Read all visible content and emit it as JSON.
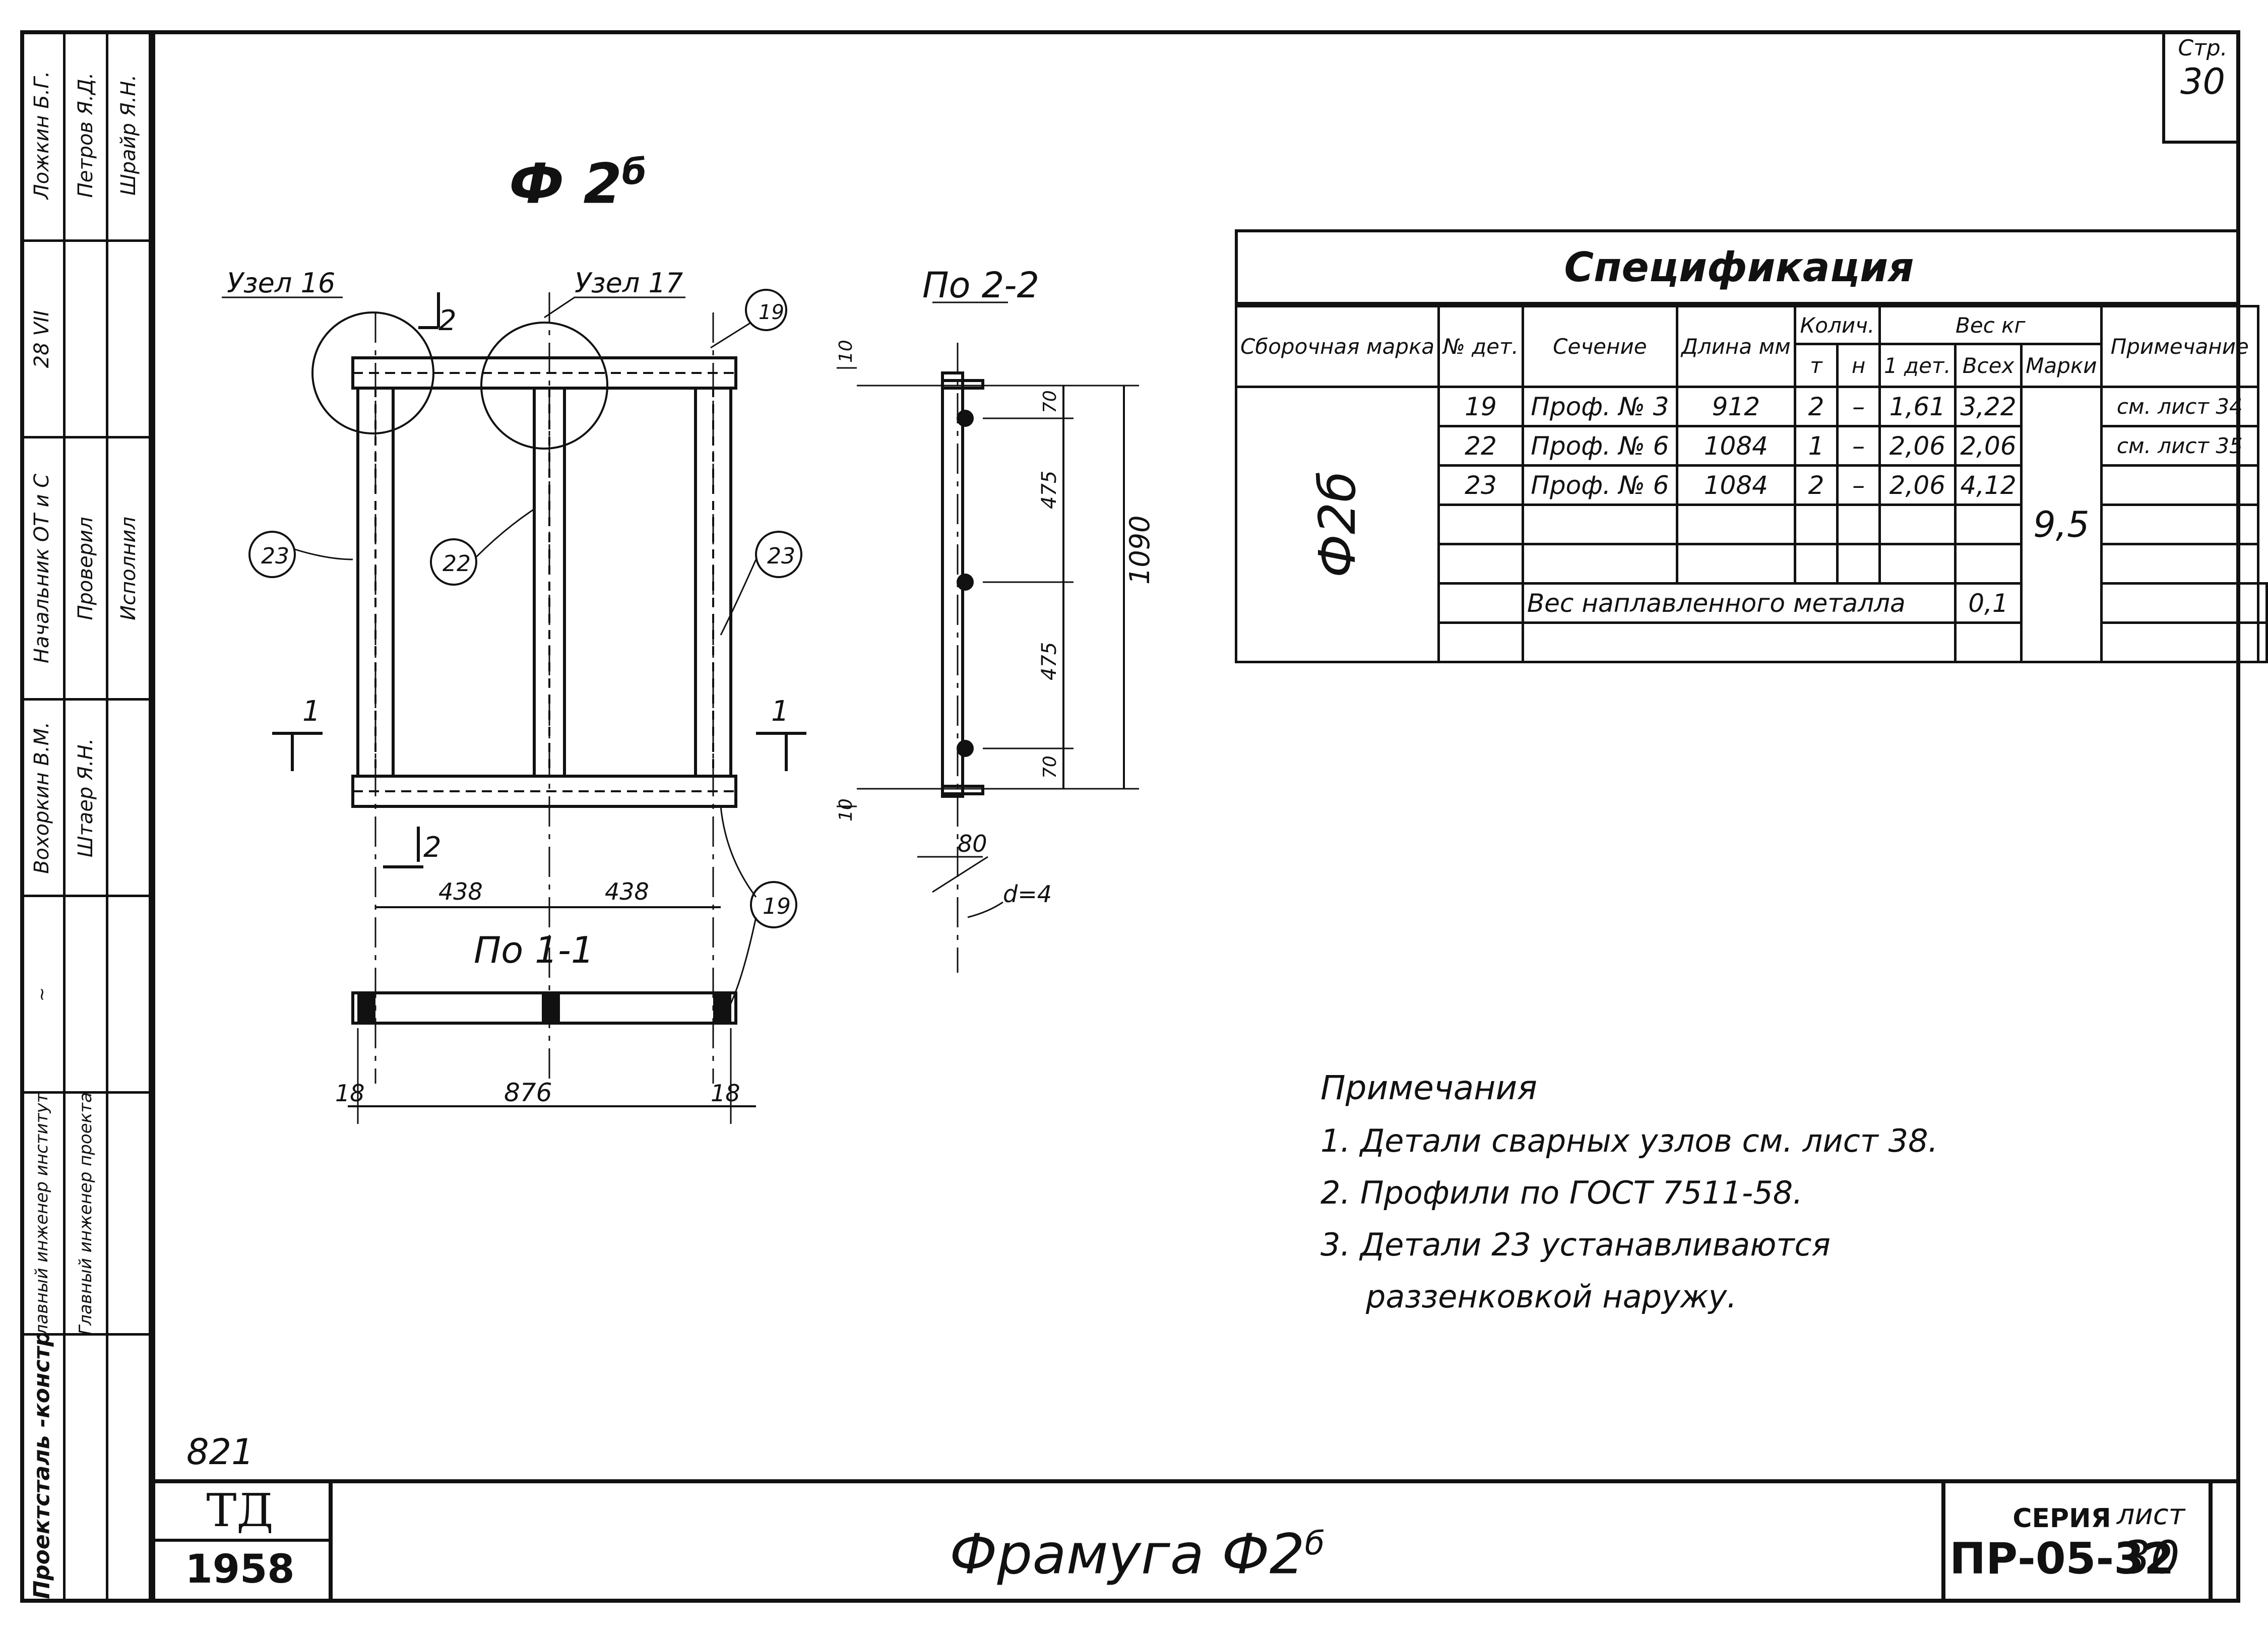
{
  "sheet": {
    "page_label": "Стр.",
    "page_number": "30",
    "mark_title": "Ф 2",
    "mark_superscript": "б",
    "archive_number": "821"
  },
  "side_stamp": {
    "row1": [
      "Ложкин Б.Г.",
      "Петров Я.Д.",
      "Шрайр Я.Н."
    ],
    "row2_date": "28 VII",
    "row3": [
      "Начальник ОТ и С",
      "Проверил",
      "Исполнил"
    ],
    "row4": [
      "Вохоркин В.М.",
      "Штаер Я.Н."
    ],
    "row5": [
      "Главный инженер института",
      "Главный инженер проекта"
    ],
    "organization": "Г.П.И. Проектсталь -конструкция"
  },
  "drawing": {
    "node16": "Узел 16",
    "node17": "Узел 17",
    "section22": "По 2-2",
    "section11": "По 1-1",
    "cut1": "1",
    "cut2": "2",
    "callouts": [
      "19",
      "22",
      "23",
      "23",
      "19"
    ],
    "dims": {
      "d438a": "438",
      "d438b": "438",
      "d876": "876",
      "d18a": "18",
      "d18b": "18",
      "d1090": "1090",
      "d475a": "475",
      "d475b": "475",
      "d70a": "70",
      "d70b": "70",
      "d10a": "10",
      "d10b": "10",
      "d80": "80",
      "thickness": "d=4"
    }
  },
  "spec": {
    "title": "Спецификация",
    "headers": {
      "mark": "Сборочная марка",
      "part_no": "№ дет.",
      "section": "Сечение",
      "length": "Длина мм",
      "qty": "Колич.",
      "qty_t": "т",
      "qty_n": "н",
      "weight": "Вес кг",
      "w_one": "1 дет.",
      "w_all": "Всех",
      "w_mark": "Марки",
      "note": "Примечание"
    },
    "mark_value": "Ф2б",
    "rows": [
      {
        "part": "19",
        "section": "Проф. № 3",
        "length": "912",
        "t": "2",
        "n": "–",
        "one": "1,61",
        "all": "3,22",
        "note": "см. лист 34"
      },
      {
        "part": "22",
        "section": "Проф. № 6",
        "length": "1084",
        "t": "1",
        "n": "–",
        "one": "2,06",
        "all": "2,06",
        "note": "см. лист 35"
      },
      {
        "part": "23",
        "section": "Проф. № 6",
        "length": "1084",
        "t": "2",
        "n": "–",
        "one": "2,06",
        "all": "4,12",
        "note": ""
      }
    ],
    "mark_weight": "9,5",
    "weld_label": "Вес наплавленного металла",
    "weld_value": "0,1"
  },
  "notes": {
    "title": "Примечания",
    "items": [
      "1. Детали сварных узлов см. лист 38.",
      "2. Профили по ГОСТ 7511-58.",
      "3. Детали 23 устанавливаются",
      "раззенковкой наружу."
    ]
  },
  "title_block": {
    "logo": "ТД",
    "year": "1958",
    "name": "Фрамуга Ф2",
    "name_sup": "б",
    "series_label": "СЕРИЯ",
    "series_value": "ПР-05-32",
    "sheet_label": "лист",
    "sheet_value": "30"
  }
}
